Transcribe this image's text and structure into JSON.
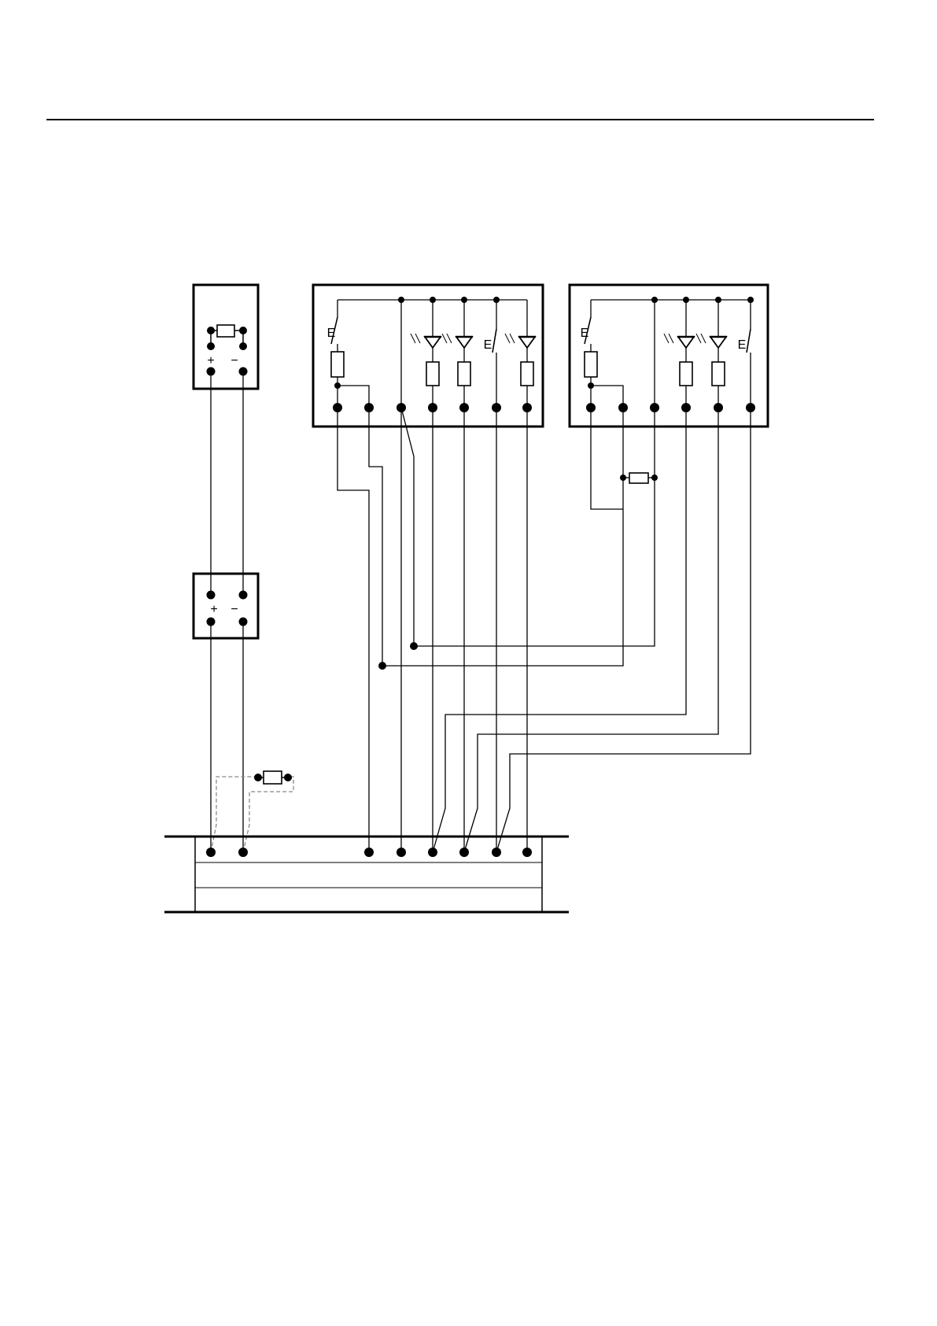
{
  "header": {
    "rule": true
  },
  "diagram": {
    "type": "wiring-diagram",
    "symbols": {
      "plus": "+",
      "minus": "−",
      "switch_mark": "E"
    },
    "components": [
      {
        "id": "socket-top",
        "kind": "socket-with-resistor",
        "terminals": [
          "+",
          "−"
        ]
      },
      {
        "id": "socket-middle",
        "kind": "socket",
        "terminals": [
          "+",
          "−"
        ]
      },
      {
        "id": "panel-left",
        "kind": "detector-panel",
        "elements": [
          "switch",
          "resistor",
          "led",
          "led",
          "switch",
          "led"
        ]
      },
      {
        "id": "panel-right",
        "kind": "detector-panel",
        "elements": [
          "switch",
          "resistor",
          "led",
          "led",
          "switch"
        ]
      },
      {
        "id": "terminal-strip",
        "kind": "terminal-block"
      },
      {
        "id": "end-resistor-right",
        "kind": "resistor"
      },
      {
        "id": "end-resistor-bottom",
        "kind": "resistor-dashed-option"
      }
    ]
  }
}
